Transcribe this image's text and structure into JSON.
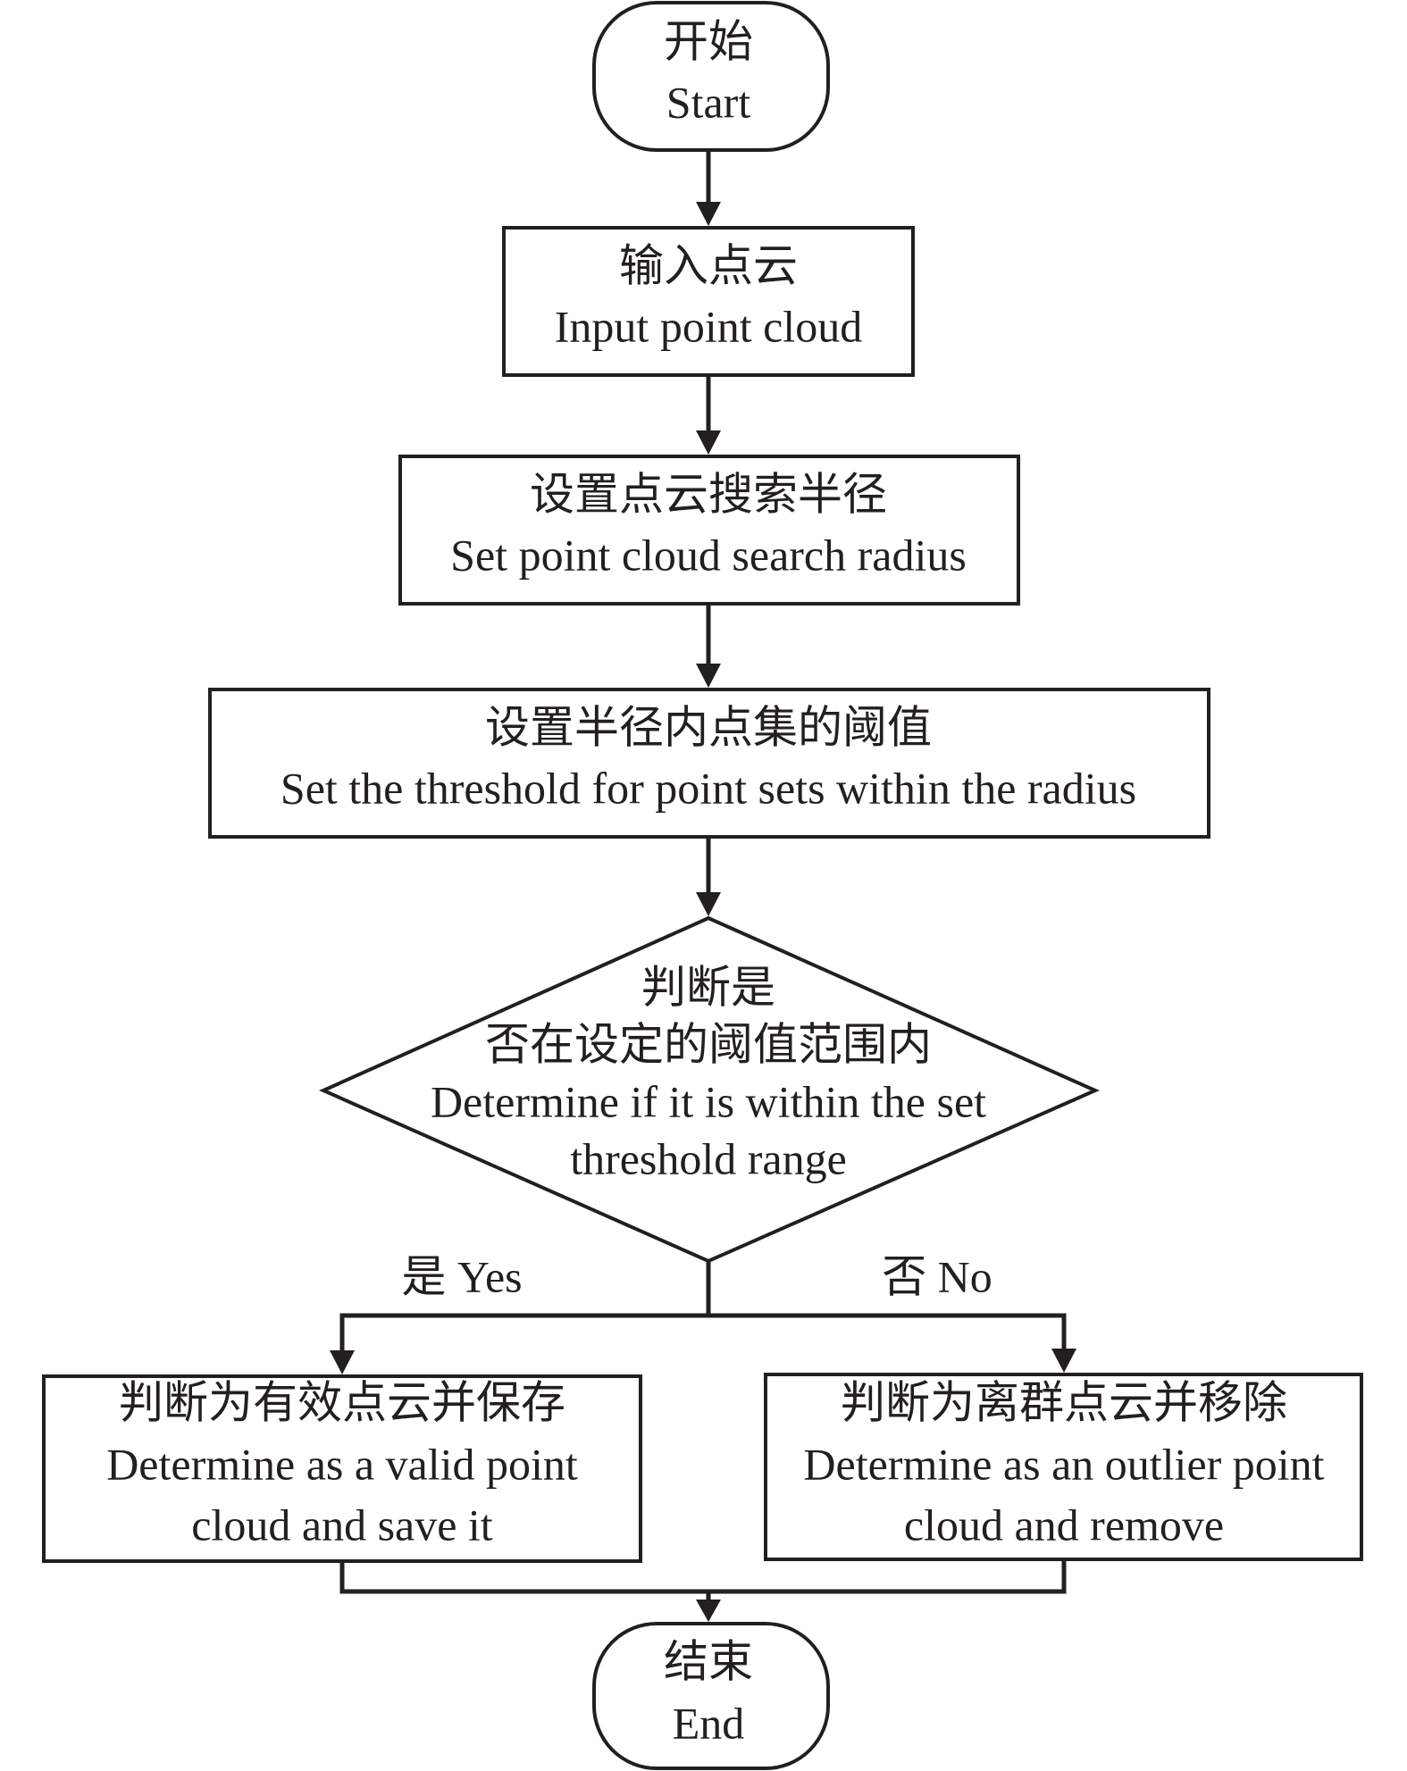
{
  "colors": {
    "ink": "#231f20",
    "background": "#ffffff"
  },
  "nodes": {
    "start": {
      "zh": "开始",
      "en": "Start"
    },
    "input": {
      "zh": "输入点云",
      "en": "Input point cloud"
    },
    "set_radius": {
      "zh": "设置点云搜索半径",
      "en": "Set point cloud search radius"
    },
    "set_threshold": {
      "zh": "设置半径内点集的阈值",
      "en": "Set the threshold for point sets within the radius"
    },
    "decision": {
      "zh_line1": "判断是",
      "zh_line2": "否在设定的阈值范围内",
      "en_line1": "Determine if it is within the set",
      "en_line2": "threshold range"
    },
    "save": {
      "zh": "判断为有效点云并保存",
      "en_line1": "Determine as a valid point",
      "en_line2": "cloud and save it"
    },
    "remove": {
      "zh": "判断为离群点云并移除",
      "en_line1": "Determine as an outlier point",
      "en_line2": "cloud and remove"
    },
    "end": {
      "zh": "结束",
      "en": "End"
    }
  },
  "branches": {
    "yes": "是 Yes",
    "no": "否 No"
  }
}
